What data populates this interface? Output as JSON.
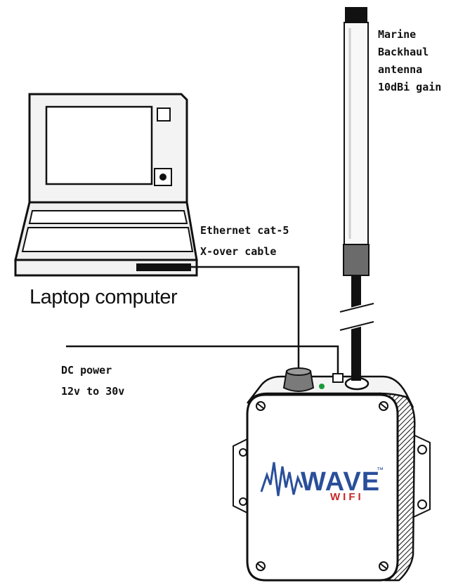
{
  "labels": {
    "antenna_line1": "Marine",
    "antenna_line2": "Backhaul",
    "antenna_line3": "antenna",
    "antenna_line4": "10dBi gain",
    "cable_line1": "Ethernet cat-5",
    "cable_line2": "X-over cable",
    "laptop": "Laptop computer",
    "power_line1": "DC power",
    "power_line2": "12v to 30v"
  },
  "logo": {
    "main": "WAVE",
    "sub": "WIFI",
    "mark": "™"
  },
  "colors": {
    "line": "#111111",
    "logo_blue": "#2a4f9a",
    "logo_red": "#c62828",
    "led_green": "#1a9a3a"
  }
}
